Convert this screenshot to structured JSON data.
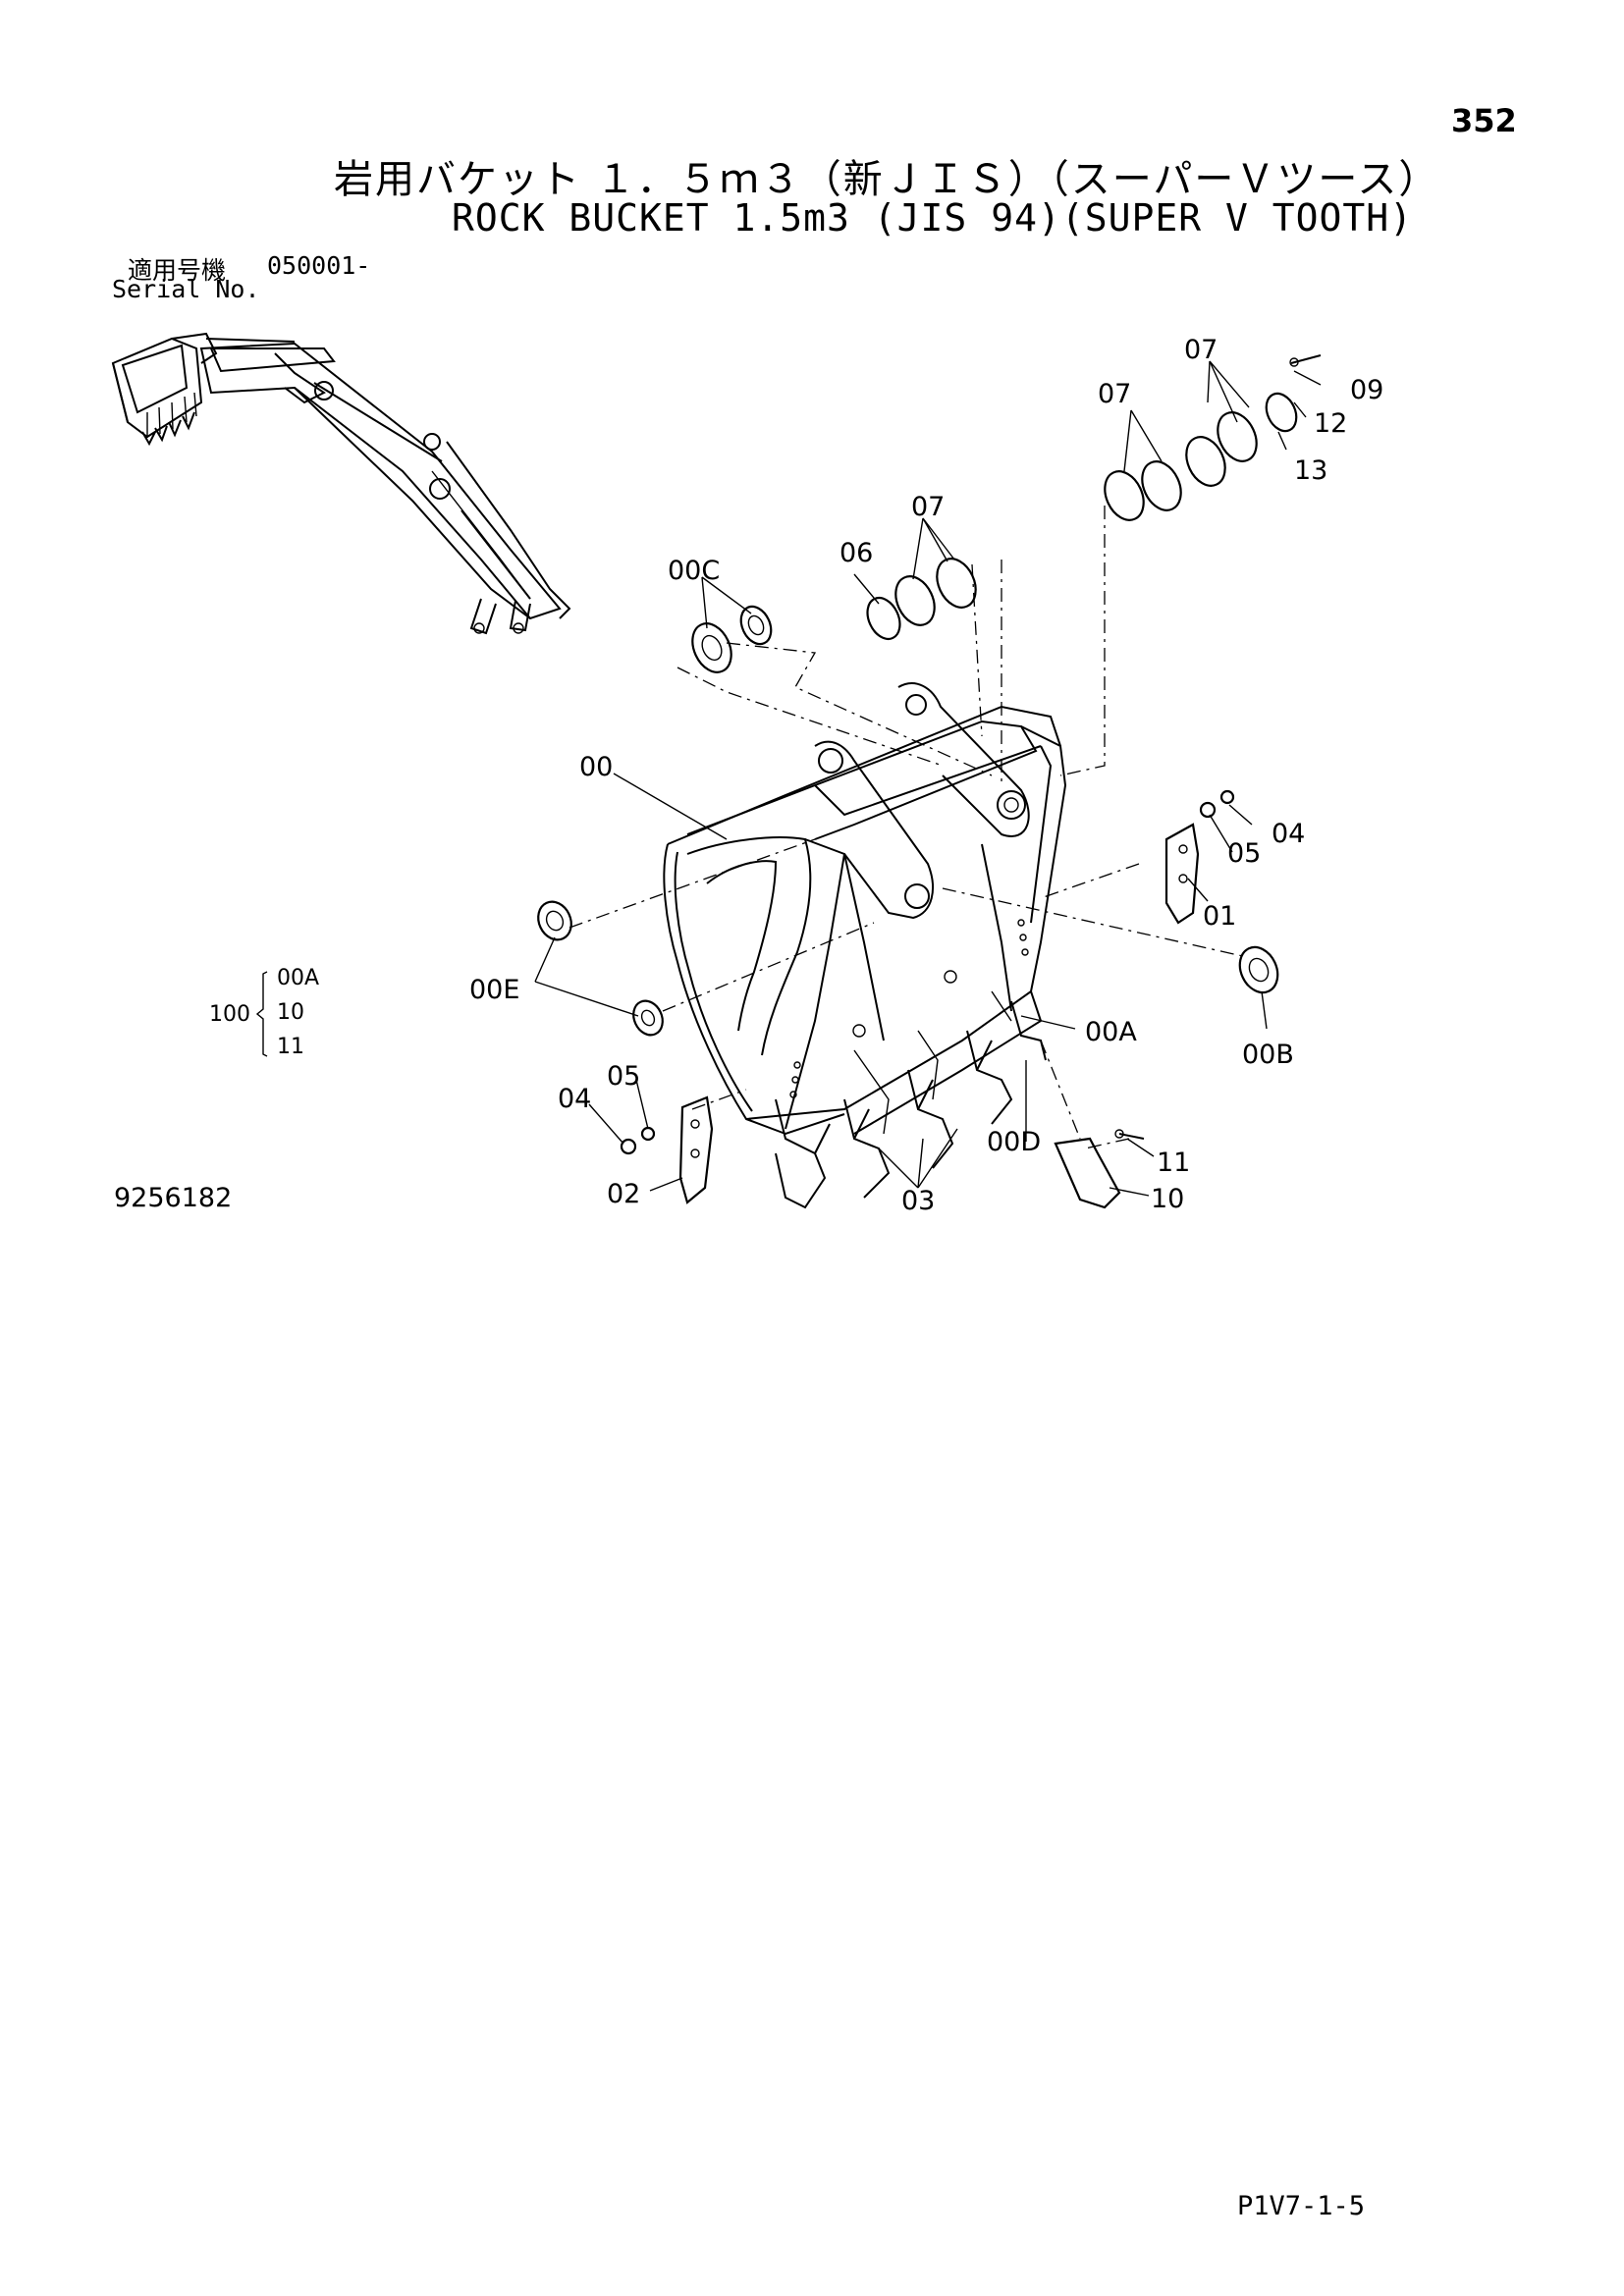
{
  "page_number": "352",
  "title_ja": "岩用バケット １．５ｍ３（新ＪＩＳ）（スーパーＶツース）",
  "title_en": "ROCK BUCKET 1.5m3 (JIS 94)(SUPER V TOOTH)",
  "serial": {
    "label_ja": "適用号機",
    "label_en": "Serial No.",
    "value": "050001-"
  },
  "callouts": {
    "c07_top": "07",
    "c07_left": "07",
    "c09": "09",
    "c12": "12",
    "c13": "13",
    "c07_mid": "07",
    "c06": "06",
    "c00C": "00C",
    "c00": "00",
    "c04_right": "04",
    "c05_right": "05",
    "c01": "01",
    "c00E": "00E",
    "c00A": "00A",
    "c00B": "00B",
    "c05_left": "05",
    "c04_left": "04",
    "c02": "02",
    "c03": "03",
    "c00D": "00D",
    "c11": "11",
    "c10": "10"
  },
  "kit": {
    "number": "100",
    "items": [
      "00A",
      "10",
      "11"
    ]
  },
  "drawing_number": "9256182",
  "footer_code": "P1V7-1-5"
}
